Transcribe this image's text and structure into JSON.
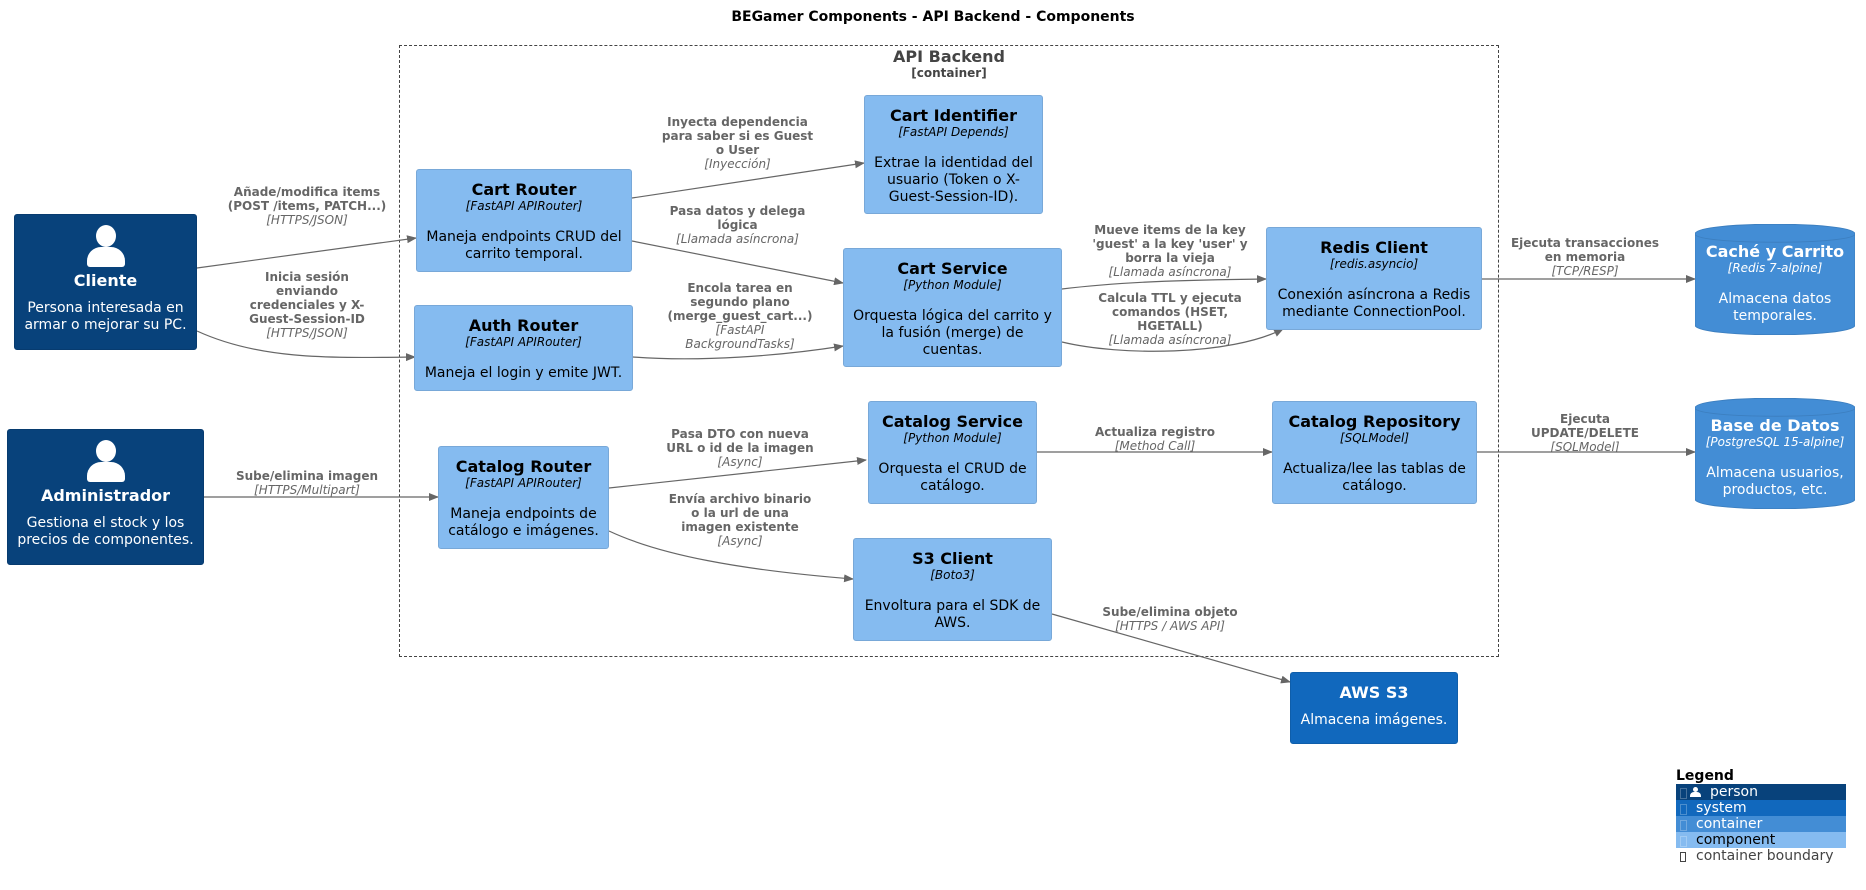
{
  "title": "BEGamer Components - API Backend - Components",
  "boundary": {
    "name": "API Backend",
    "type": "[container]"
  },
  "colors": {
    "person": "#08427b",
    "system": "#1168bd",
    "container": "#438dd5",
    "component": "#85bbf0",
    "edge": "#666666"
  },
  "persons": [
    {
      "id": "cliente",
      "name": "Cliente",
      "description": "Persona interesada en armar o mejorar su PC.",
      "icon": "person-icon"
    },
    {
      "id": "admin",
      "name": "Administrador",
      "description": "Gestiona el stock y los precios de componentes.",
      "icon": "person-icon"
    }
  ],
  "components": [
    {
      "id": "cart_router",
      "name": "Cart Router",
      "technology": "[FastAPI APIRouter]",
      "description": "Maneja endpoints CRUD del carrito temporal."
    },
    {
      "id": "auth_router",
      "name": "Auth Router",
      "technology": "[FastAPI APIRouter]",
      "description": "Maneja el login y emite JWT."
    },
    {
      "id": "catalog_router",
      "name": "Catalog Router",
      "technology": "[FastAPI APIRouter]",
      "description": "Maneja endpoints de catálogo e imágenes."
    },
    {
      "id": "cart_identifier",
      "name": "Cart Identifier",
      "technology": "[FastAPI Depends]",
      "description": "Extrae la identidad del usuario (Token o X-Guest-Session-ID)."
    },
    {
      "id": "cart_service",
      "name": "Cart Service",
      "technology": "[Python Module]",
      "description": "Orquesta lógica del carrito y la fusión (merge) de cuentas."
    },
    {
      "id": "catalog_service",
      "name": "Catalog Service",
      "technology": "[Python Module]",
      "description": "Orquesta el CRUD de catálogo."
    },
    {
      "id": "s3_client",
      "name": "S3 Client",
      "technology": "[Boto3]",
      "description": "Envoltura para el SDK de AWS."
    },
    {
      "id": "redis_client",
      "name": "Redis Client",
      "technology": "[redis.asyncio]",
      "description": "Conexión asíncrona a Redis mediante ConnectionPool."
    },
    {
      "id": "catalog_repo",
      "name": "Catalog Repository",
      "technology": "[SQLModel]",
      "description": "Actualiza/lee las tablas de catálogo."
    }
  ],
  "databases": [
    {
      "id": "cache",
      "name": "Caché y Carrito",
      "technology": "[Redis 7-alpine]",
      "description": "Almacena datos temporales."
    },
    {
      "id": "db",
      "name": "Base de Datos",
      "technology": "[PostgreSQL 15-alpine]",
      "description": "Almacena usuarios, productos, etc."
    }
  ],
  "external_systems": [
    {
      "id": "aws_s3",
      "name": "AWS S3",
      "description": "Almacena imágenes."
    }
  ],
  "relations": [
    {
      "from": "cliente",
      "to": "cart_router",
      "label": "Añade/modifica items (POST /items, PATCH...)",
      "technology": "[HTTPS/JSON]"
    },
    {
      "from": "cliente",
      "to": "auth_router",
      "label": "Inicia sesión enviando credenciales y X-Guest-Session-ID",
      "technology": "[HTTPS/JSON]"
    },
    {
      "from": "admin",
      "to": "catalog_router",
      "label": "Sube/elimina imagen",
      "technology": "[HTTPS/Multipart]"
    },
    {
      "from": "cart_router",
      "to": "cart_identifier",
      "label": "Inyecta dependencia para saber si es Guest o User",
      "technology": "[Inyección]"
    },
    {
      "from": "cart_router",
      "to": "cart_service",
      "label": "Pasa datos y delega lógica",
      "technology": "[Llamada asíncrona]"
    },
    {
      "from": "auth_router",
      "to": "cart_service",
      "label": "Encola tarea en segundo plano (merge_guest_cart...)",
      "technology": "[FastAPI BackgroundTasks]"
    },
    {
      "from": "cart_service",
      "to": "redis_client",
      "label": "Mueve items de la key 'guest' a la key 'user' y borra la vieja",
      "technology": "[Llamada asíncrona]"
    },
    {
      "from": "cart_service",
      "to": "redis_client",
      "label": "Calcula TTL y ejecuta comandos (HSET, HGETALL)",
      "technology": "[Llamada asíncrona]"
    },
    {
      "from": "redis_client",
      "to": "cache",
      "label": "Ejecuta transacciones en memoria",
      "technology": "[TCP/RESP]"
    },
    {
      "from": "catalog_router",
      "to": "catalog_service",
      "label": "Pasa DTO con nueva URL o id de la imagen",
      "technology": "[Async]"
    },
    {
      "from": "catalog_router",
      "to": "s3_client",
      "label": "Envía archivo binario o la url de una imagen existente",
      "technology": "[Async]"
    },
    {
      "from": "catalog_service",
      "to": "catalog_repo",
      "label": "Actualiza registro",
      "technology": "[Method Call]"
    },
    {
      "from": "catalog_repo",
      "to": "db",
      "label": "Ejecuta UPDATE/DELETE",
      "technology": "[SQLModel]"
    },
    {
      "from": "s3_client",
      "to": "aws_s3",
      "label": "Sube/elimina objeto",
      "technology": "[HTTPS / AWS API]"
    }
  ],
  "legend": {
    "title": "Legend",
    "items": [
      {
        "label": "person",
        "color": "#08427b",
        "text_color": "#ffffff",
        "icon": "person-icon"
      },
      {
        "label": "system",
        "color": "#1168bd",
        "text_color": "#ffffff"
      },
      {
        "label": "container",
        "color": "#438dd5",
        "text_color": "#ffffff"
      },
      {
        "label": "component",
        "color": "#85bbf0",
        "text_color": "#000000"
      },
      {
        "label": "container boundary",
        "color": "#ffffff",
        "text_color": "#444444"
      }
    ]
  }
}
